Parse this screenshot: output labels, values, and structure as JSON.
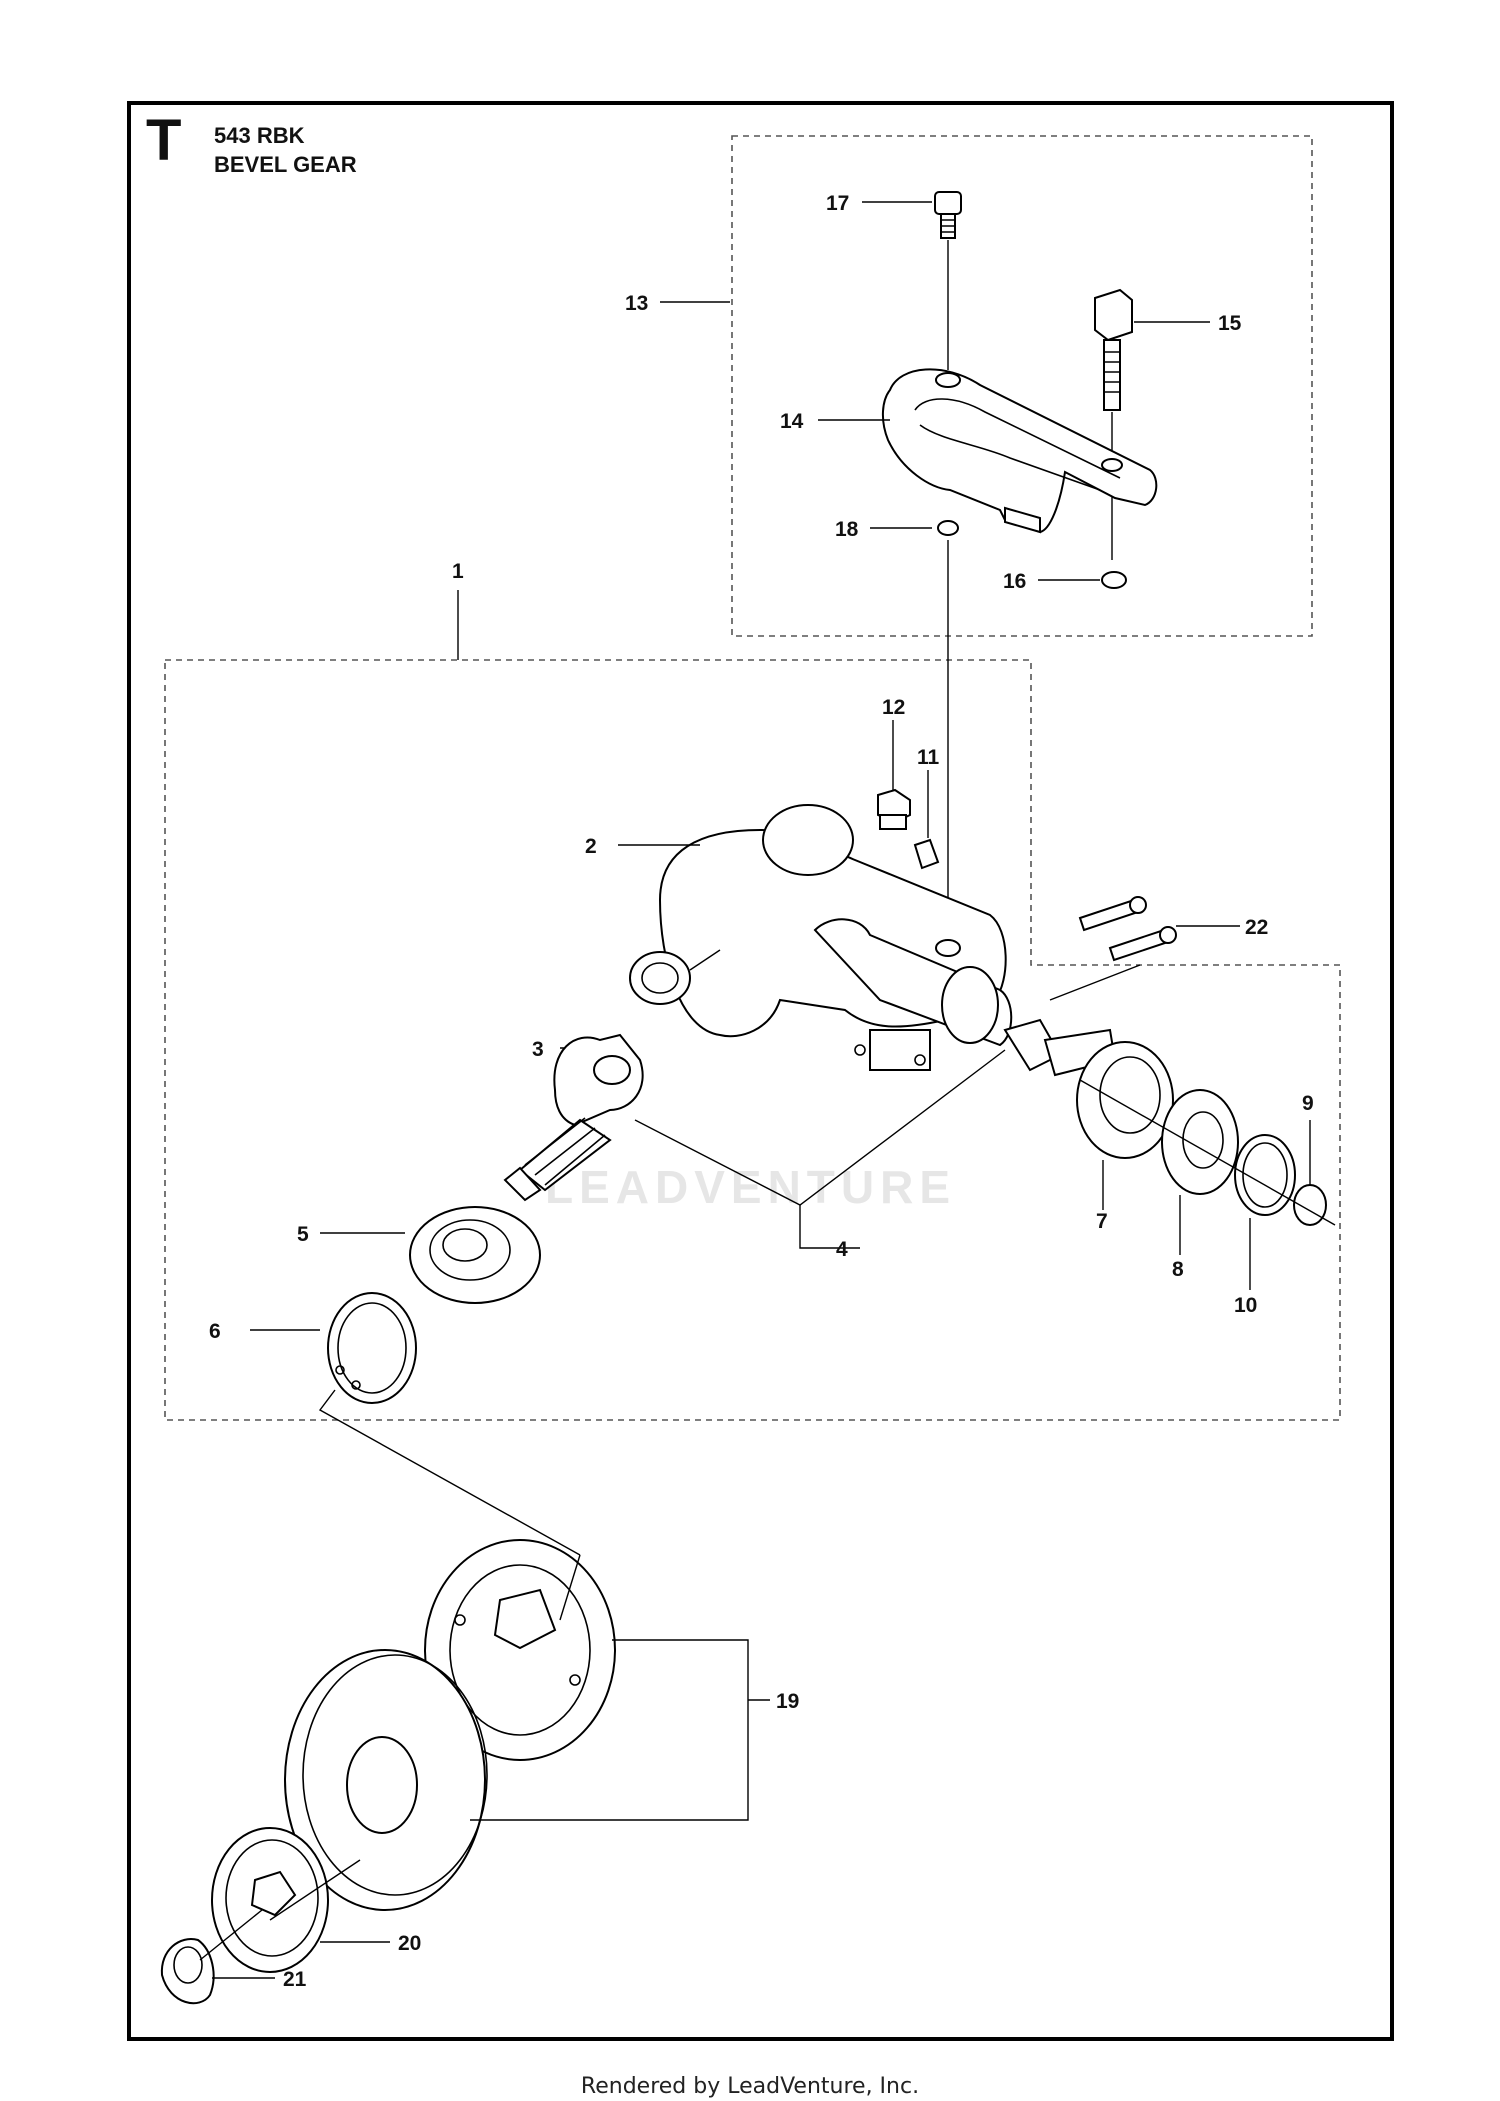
{
  "header": {
    "section_letter": "T",
    "model": "543 RBK",
    "title": "BEVEL GEAR"
  },
  "watermark": "LEADVENTURE",
  "footer": "Rendered by LeadVenture, Inc.",
  "callouts": [
    "1",
    "2",
    "3",
    "4",
    "5",
    "6",
    "7",
    "8",
    "9",
    "10",
    "11",
    "12",
    "13",
    "14",
    "15",
    "16",
    "17",
    "18",
    "19",
    "20",
    "21",
    "22"
  ]
}
